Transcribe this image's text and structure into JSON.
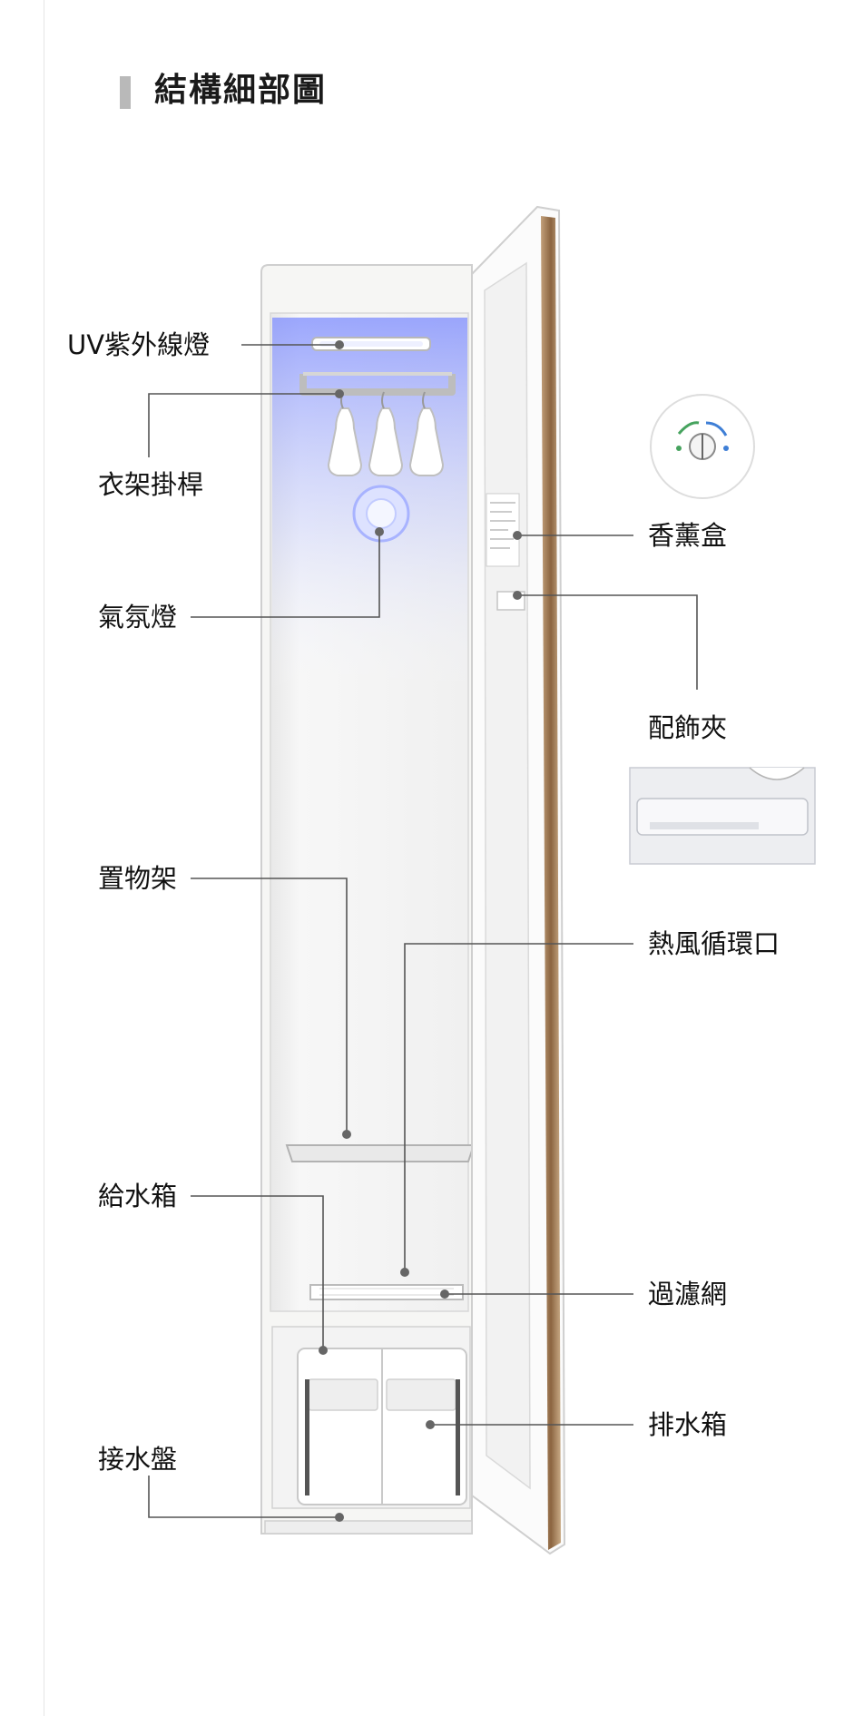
{
  "header": {
    "title": "結構細部圖"
  },
  "labels": {
    "uv_lamp": "UV紫外線燈",
    "hanger_rod": "衣架掛桿",
    "ambient_light": "氣氛燈",
    "shelf": "置物架",
    "water_supply_tank": "給水箱",
    "drip_tray": "接水盤",
    "aroma_box": "香薰盒",
    "accessory_clip": "配飾夾",
    "hot_air_vent": "熱風循環口",
    "filter_mesh": "過濾網",
    "drain_tank": "排水箱"
  },
  "colors": {
    "cabinet_body": "#f4f4f2",
    "door_trim": "#9c7a55",
    "ambient_glow": "#8f9cff",
    "leader_line": "#555555"
  }
}
